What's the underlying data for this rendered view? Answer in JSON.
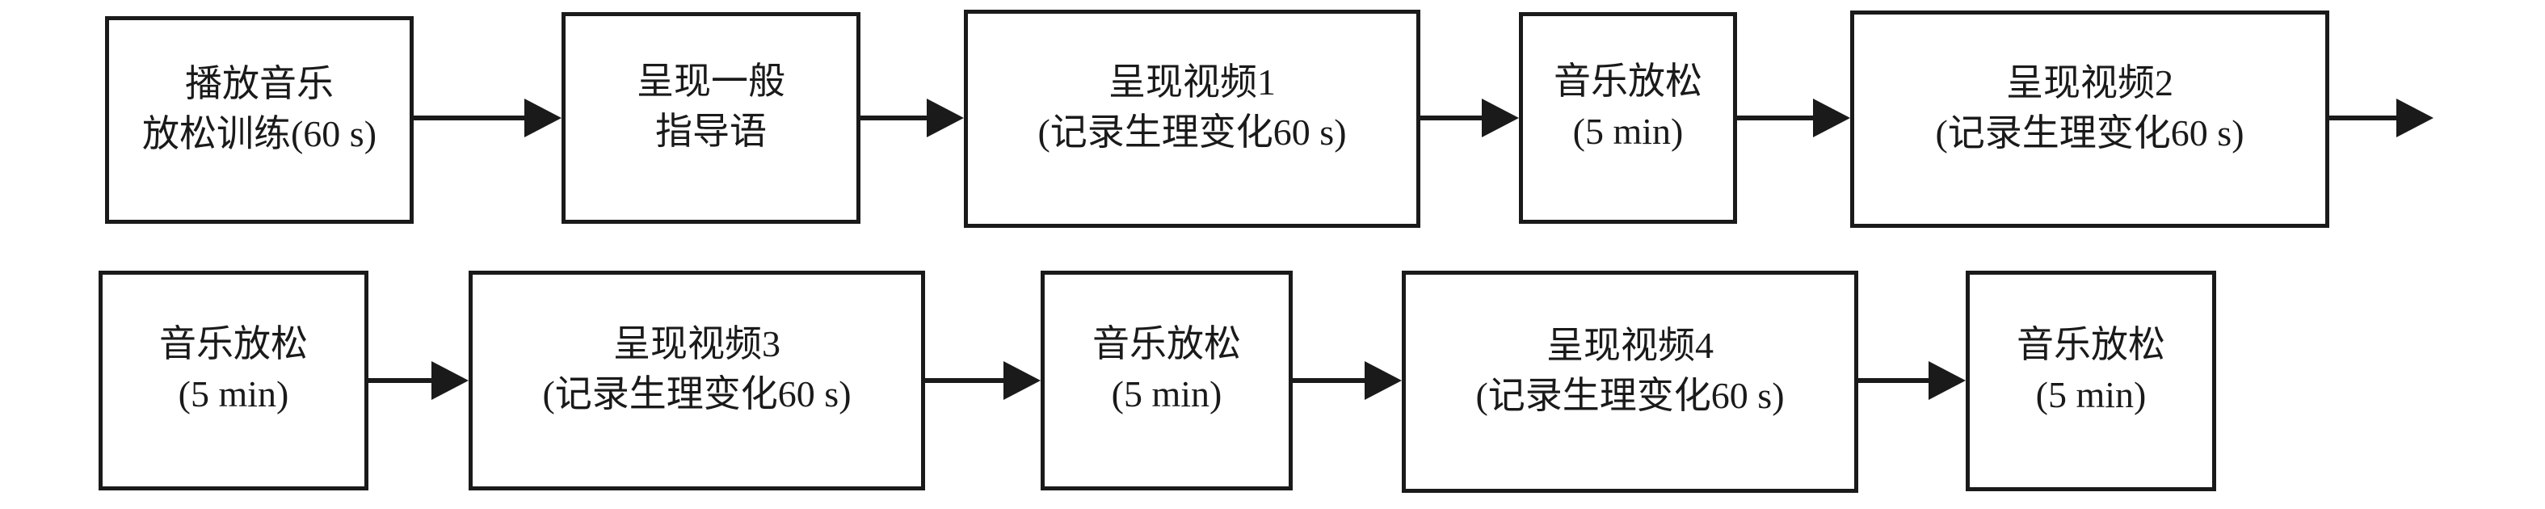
{
  "diagram": {
    "type": "flowchart",
    "direction": "left-to-right, two rows, wrapping after node 5",
    "colors": {
      "line": "#1a1a1a",
      "background": "#ffffff"
    },
    "nodes": [
      {
        "id": 1,
        "row": 1,
        "line1": "播放音乐",
        "line2": "放松训练(60 s)"
      },
      {
        "id": 2,
        "row": 1,
        "line1": "呈现一般",
        "line2": "指导语"
      },
      {
        "id": 3,
        "row": 1,
        "line1": "呈现视频1",
        "line2": "(记录生理变化60 s)"
      },
      {
        "id": 4,
        "row": 1,
        "line1": "音乐放松",
        "line2": "(5 min)"
      },
      {
        "id": 5,
        "row": 1,
        "line1": "呈现视频2",
        "line2": "(记录生理变化60 s)"
      },
      {
        "id": 6,
        "row": 2,
        "line1": "音乐放松",
        "line2": "(5 min)"
      },
      {
        "id": 7,
        "row": 2,
        "line1": "呈现视频3",
        "line2": "(记录生理变化60 s)"
      },
      {
        "id": 8,
        "row": 2,
        "line1": "音乐放松",
        "line2": "(5 min)"
      },
      {
        "id": 9,
        "row": 2,
        "line1": "呈现视频4",
        "line2": "(记录生理变化60 s)"
      },
      {
        "id": 10,
        "row": 2,
        "line1": "音乐放松",
        "line2": "(5 min)"
      }
    ],
    "edges": [
      {
        "from": 1,
        "to": 2
      },
      {
        "from": 2,
        "to": 3
      },
      {
        "from": 3,
        "to": 4
      },
      {
        "from": 4,
        "to": 5
      },
      {
        "from": 5,
        "to": 6,
        "continuation": "arrow exits right edge of row 1 and flow resumes at row 2"
      },
      {
        "from": 6,
        "to": 7
      },
      {
        "from": 7,
        "to": 8
      },
      {
        "from": 8,
        "to": 9
      },
      {
        "from": 9,
        "to": 10
      }
    ]
  }
}
